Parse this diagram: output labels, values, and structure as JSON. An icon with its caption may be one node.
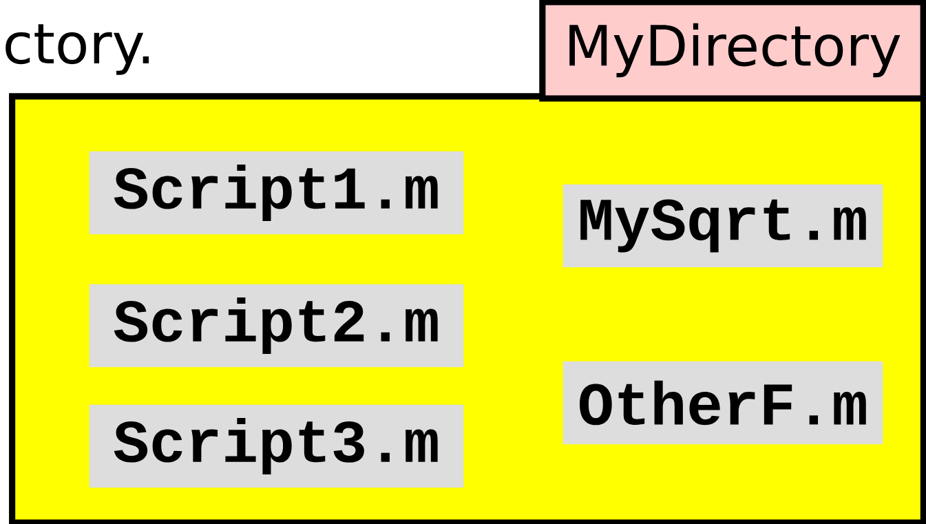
{
  "diagram": {
    "nodes": [
      {
        "text": [
          "MyDirectory"
        ]
      },
      {
        "text": [
          "Script1.m"
        ],
        "in": 0
      },
      {
        "text": [
          "Script2.m"
        ],
        "in": 0
      },
      {
        "text": [
          "Script3.m"
        ],
        "in": 0
      },
      {
        "text": [
          "MySqrt.m"
        ],
        "in": 0
      },
      {
        "text": [
          "OtherF.m"
        ],
        "in": 0
      }
    ],
    "labels": [
      "ctory."
    ]
  }
}
